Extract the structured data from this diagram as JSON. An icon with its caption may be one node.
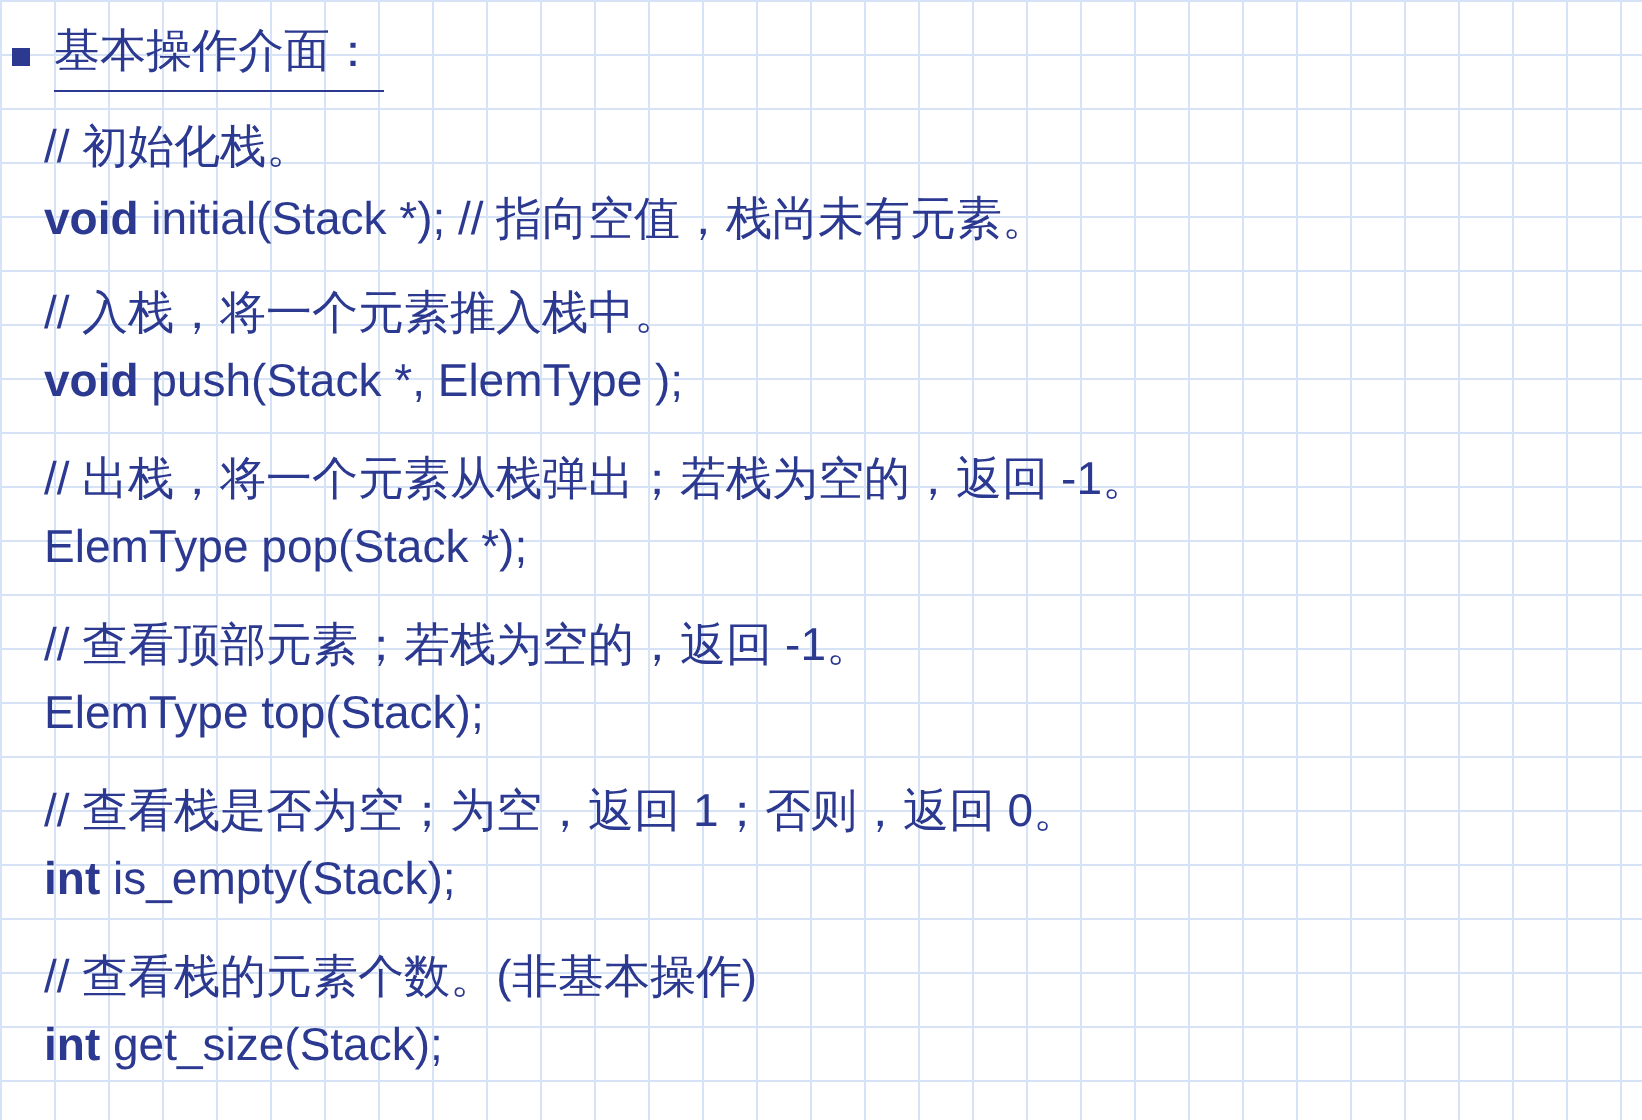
{
  "diagram": {
    "title": "基本操作介面：",
    "labels": [
      "// 初始化栈。",
      "**void** initial(Stack *); // 指向空值，栈尚未有元素。",
      "// 入栈，将一个元素推入栈中。",
      "**void** push(Stack *, ElemType );",
      "// 出栈，将一个元素从栈弹出；若栈为空的，返回 -1。",
      "ElemType pop(Stack *);",
      "// 查看顶部元素；若栈为空的，返回 -1。",
      "ElemType top(Stack);",
      "// 查看栈是否为空；为空，返回 1；否则，返回 0。",
      "**int** is_empty(Stack);",
      "// 查看栈的元素个数。(非基本操作)",
      "**int** get_size(Stack);"
    ]
  }
}
